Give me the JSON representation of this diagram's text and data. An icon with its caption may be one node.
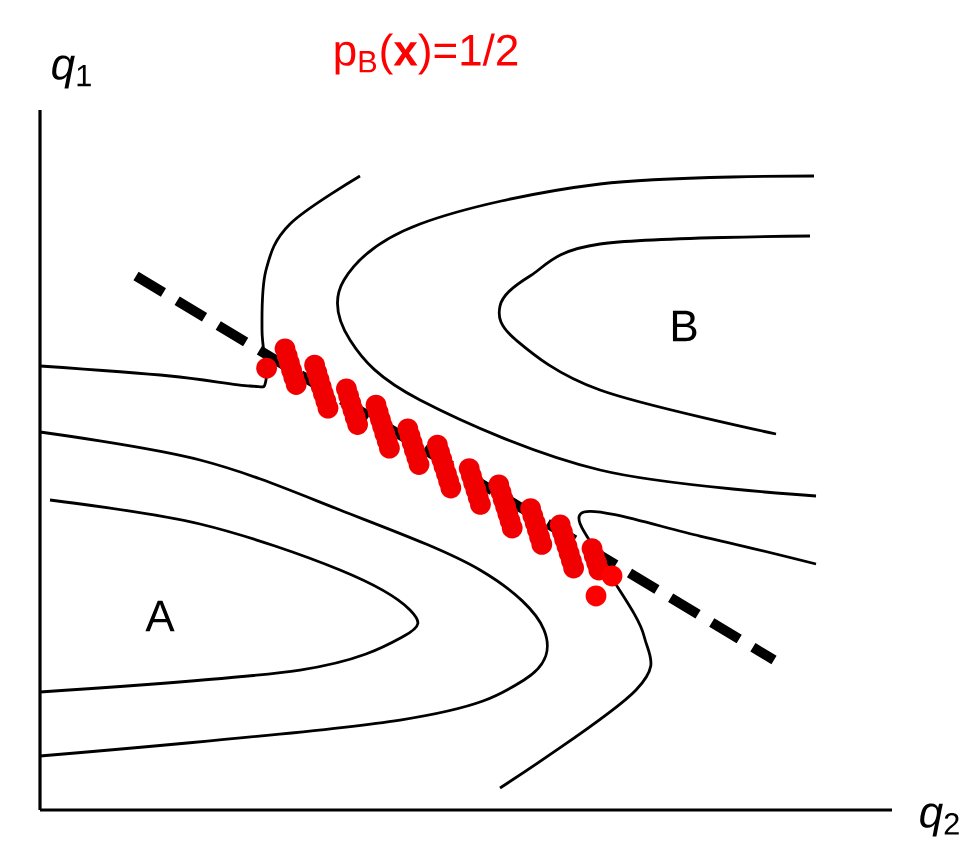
{
  "diagram": {
    "labels": [
      "*q*$_{1}$",
      "p$_{B}$(**x**)=1/2",
      "B",
      "A",
      "*q*$_{2}$"
    ]
  }
}
